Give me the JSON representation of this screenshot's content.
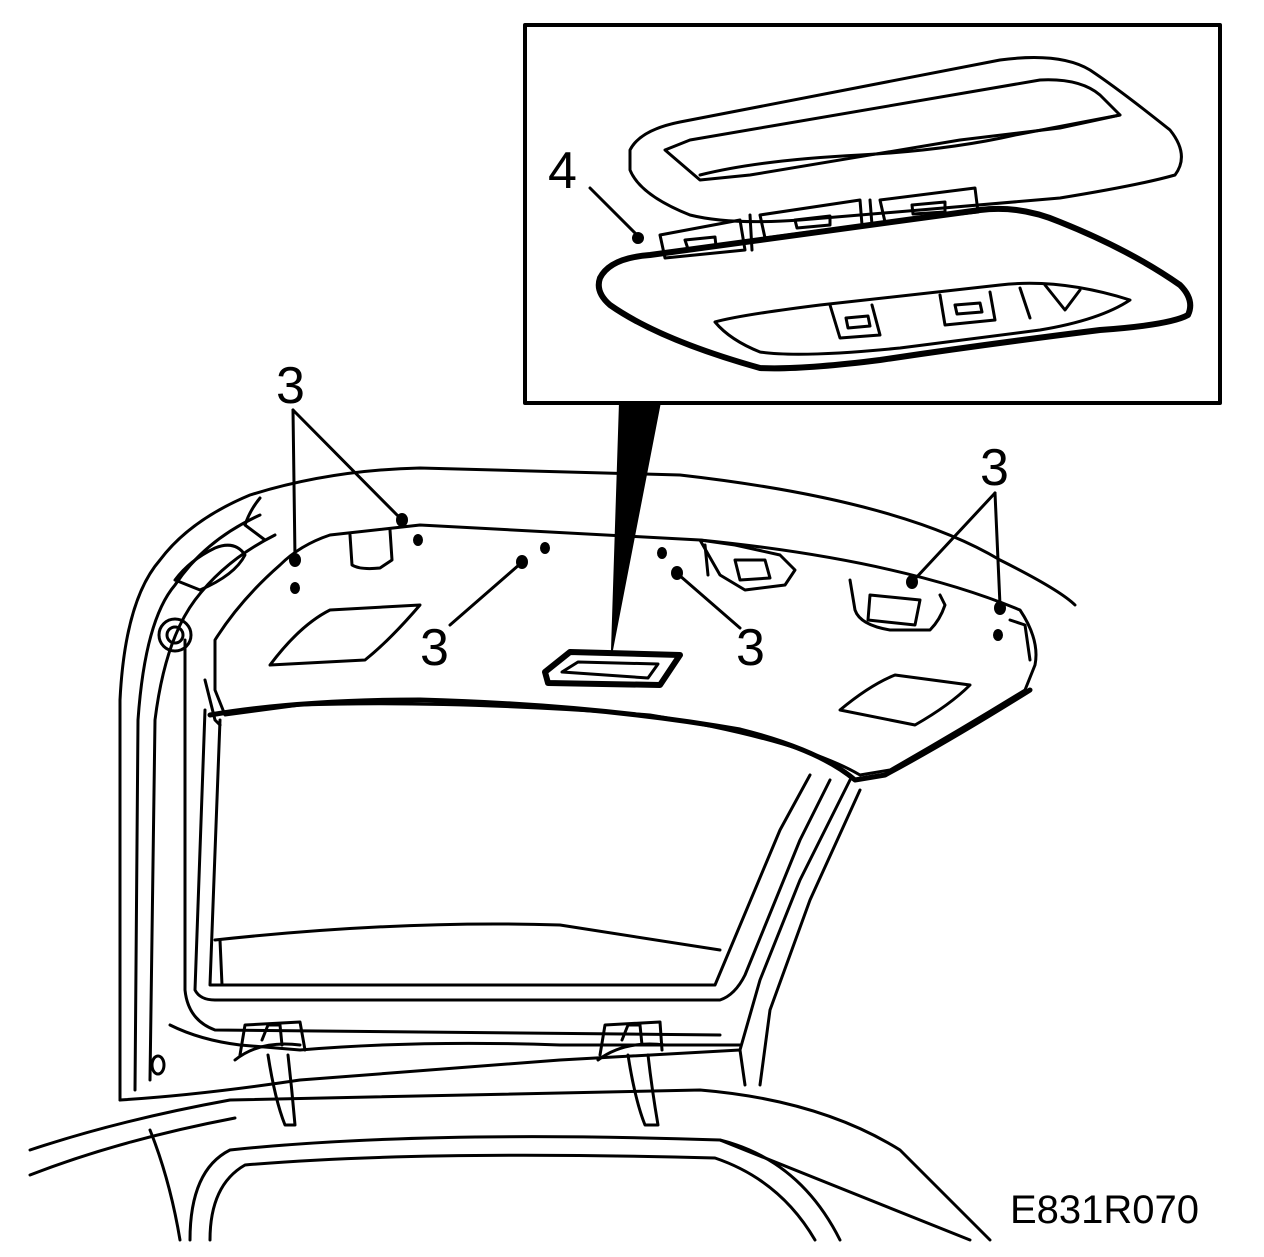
{
  "diagram": {
    "callouts": {
      "inset_label": "4",
      "top_left_label": "3",
      "lower_left_label": "3",
      "lower_right_label": "3",
      "top_right_label": "3"
    },
    "reference_code": "E831R070",
    "colors": {
      "ink": "#000000",
      "paper": "#ffffff"
    }
  }
}
